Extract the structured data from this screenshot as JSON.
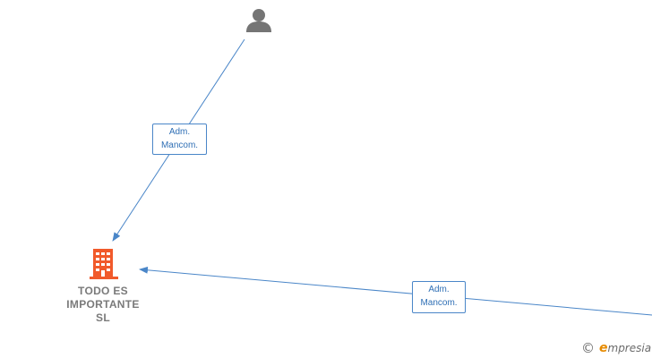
{
  "diagram": {
    "nodes": {
      "person": {
        "icon": "person-icon"
      },
      "company": {
        "icon": "building-icon",
        "name_lines": [
          "TODO ES",
          "IMPORTANTE",
          "SL"
        ]
      }
    },
    "edges": [
      {
        "from": "person",
        "to": "company",
        "label_lines": [
          "Adm.",
          "Mancom."
        ]
      },
      {
        "from": "offscreen-right",
        "to": "company",
        "label_lines": [
          "Adm.",
          "Mancom."
        ]
      }
    ]
  },
  "colors": {
    "edge": "#4a86c8",
    "person": "#757575",
    "company": "#f15a2b",
    "brand_accent": "#e68a00"
  },
  "footer": {
    "copyright_symbol": "©",
    "brand_initial": "e",
    "brand_rest": "mpresia"
  }
}
